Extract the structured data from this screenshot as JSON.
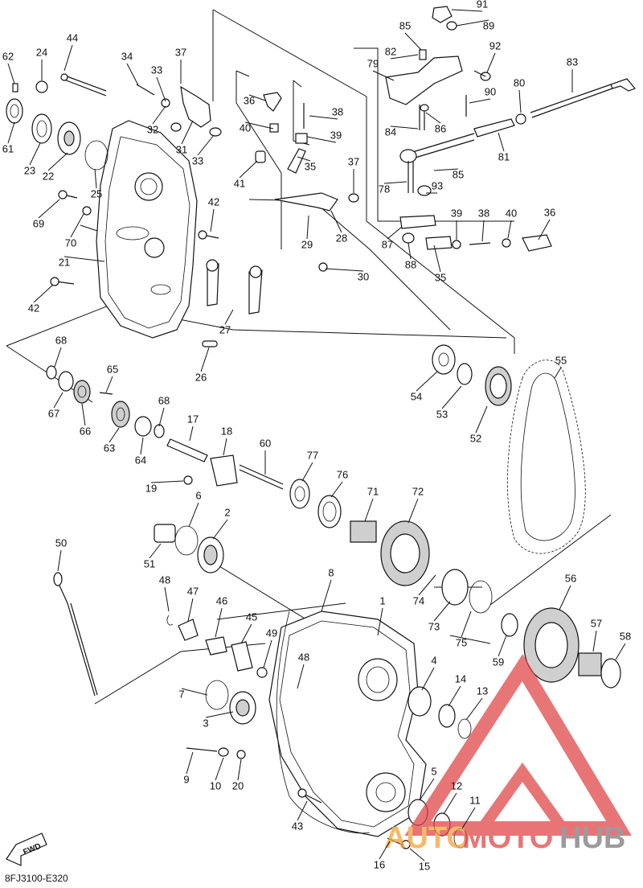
{
  "drawing_code": "8FJ3100-E320",
  "fwd_label": "FWD",
  "watermark": {
    "part1": "AUTO",
    "part2": "MOTO",
    "part3": "HUB",
    "color_orange": "#f2a23a",
    "color_red": "#e04848",
    "color_grey": "#7a7a7a"
  },
  "callouts": [
    "1",
    "2",
    "3",
    "4",
    "5",
    "6",
    "7",
    "8",
    "9",
    "10",
    "11",
    "12",
    "13",
    "14",
    "15",
    "16",
    "17",
    "18",
    "19",
    "20",
    "21",
    "22",
    "23",
    "24",
    "25",
    "26",
    "27",
    "28",
    "29",
    "30",
    "31",
    "32",
    "33",
    "34",
    "35",
    "36",
    "37",
    "38",
    "39",
    "40",
    "41",
    "42",
    "43",
    "44",
    "45",
    "46",
    "47",
    "48",
    "49",
    "50",
    "51",
    "52",
    "53",
    "54",
    "55",
    "56",
    "57",
    "58",
    "59",
    "60",
    "61",
    "62",
    "63",
    "64",
    "65",
    "66",
    "67",
    "68",
    "69",
    "70",
    "71",
    "72",
    "73",
    "74",
    "75",
    "76",
    "77",
    "78",
    "79",
    "80",
    "81",
    "82",
    "83",
    "84",
    "85",
    "86",
    "87",
    "88",
    "89",
    "90",
    "91",
    "92",
    "93"
  ]
}
